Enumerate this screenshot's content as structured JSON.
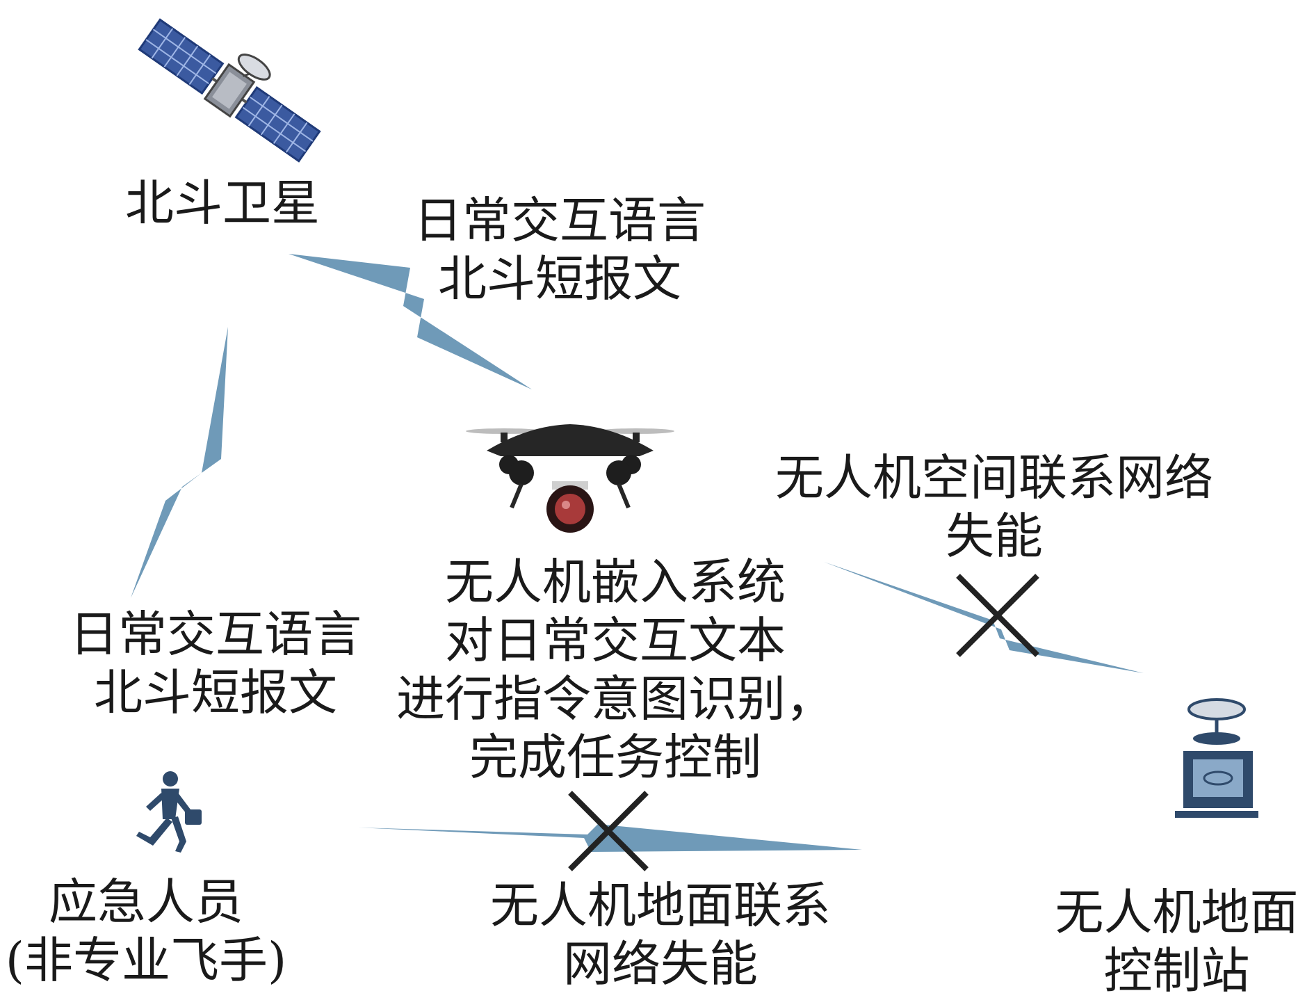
{
  "nodes": {
    "satellite": {
      "icon": "satellite-icon",
      "label": "北斗卫星"
    },
    "drone": {
      "icon": "drone-icon",
      "lines": [
        "无人机嵌入系统",
        "对日常交互文本",
        "进行指令意图识别，",
        "完成任务控制"
      ]
    },
    "person": {
      "icon": "running-person-icon",
      "lines": [
        "应急人员",
        "(非专业飞手)"
      ]
    },
    "ground_station": {
      "icon": "ground-station-icon",
      "lines": [
        "无人机地面",
        "控制站"
      ]
    }
  },
  "links": {
    "satellite_drone": {
      "lines": [
        "日常交互语言",
        "北斗短报文"
      ],
      "status": "active"
    },
    "satellite_person": {
      "lines": [
        "日常交互语言",
        "北斗短报文"
      ],
      "status": "active"
    },
    "drone_station": {
      "lines": [
        "无人机空间联系网络",
        "失能"
      ],
      "status": "disabled"
    },
    "person_drone": {
      "lines": [
        "无人机地面联系",
        "网络失能"
      ],
      "status": "disabled"
    }
  },
  "colors": {
    "link": "#6f9ab8",
    "cross": "#222222",
    "text": "#1a1a1a",
    "satellite_panel": "#3b5aa0",
    "drone_body": "#262626",
    "drone_camera": "#a83a3a"
  }
}
